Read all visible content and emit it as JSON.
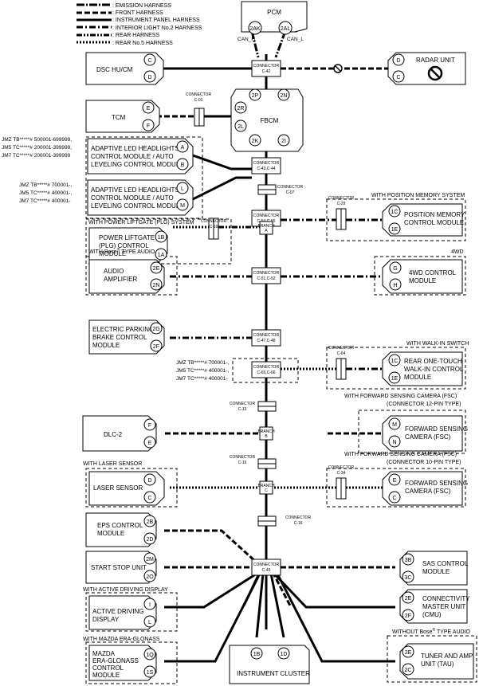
{
  "legend": [
    {
      "style": "solid-dash-thick",
      "label": ": EMISSION HARNESS"
    },
    {
      "style": "dash",
      "label": ": FRONT HARNESS"
    },
    {
      "style": "solid",
      "label": ": INSTRUMENT PANEL HARNESS"
    },
    {
      "style": "dash-dot",
      "label": ": INTERIOR LIGHT No.2 HARNESS"
    },
    {
      "style": "dash-dot-dot",
      "label": ": REAR HARNESS"
    },
    {
      "style": "dotted",
      "label": ": REAR No.5 HARNESS"
    }
  ],
  "modules": {
    "pcm": {
      "label": "PCM",
      "pins": [
        "2AK",
        "2AL"
      ],
      "can_h": "CAN_H",
      "can_l": "CAN_L"
    },
    "dsc": {
      "label": "DSC HU/CM",
      "pins": [
        "C",
        "D"
      ]
    },
    "radar": {
      "label": "RADAR UNIT",
      "pins": [
        "D",
        "C"
      ]
    },
    "tcm": {
      "label": "TCM",
      "pins": [
        "E",
        "F"
      ]
    },
    "fbcm": {
      "label": "FBCM",
      "pins": [
        "2P",
        "2N",
        "2R",
        "2L",
        "2K",
        "2I"
      ]
    },
    "led1": {
      "l1": "ADAPTIVE LED HEADLIGHTS",
      "l2": "CONTROL MODULE / AUTO",
      "l3": "LEVELING CONTROL MODULE",
      "pins": [
        "A",
        "B"
      ]
    },
    "led2": {
      "l1": "ADAPTIVE LED HEADLIGHTS",
      "l2": "CONTROL MODULE / AUTO",
      "l3": "LEVELING CONTROL MODULE",
      "pins": [
        "L",
        "M"
      ]
    },
    "posmem": {
      "l1": "POSITION MEMORY",
      "l2": "CONTROL MODULE",
      "pins": [
        "1C",
        "1E"
      ]
    },
    "plg": {
      "l1": "POWER LIFTGATE",
      "l2": "(PLG) CONTROL",
      "l3": "MODULE",
      "pins": [
        "1B",
        "1A"
      ]
    },
    "audio": {
      "l1": "AUDIO",
      "l2": "AMPLIFIER",
      "pins": [
        "2E",
        "2N"
      ]
    },
    "awd": {
      "l1": "4WD CONTROL",
      "l2": "MODULE",
      "pins": [
        "G",
        "H"
      ]
    },
    "epb": {
      "l1": "ELECTRIC PARKING",
      "l2": "BRAKE CONTROL",
      "l3": "MODULE",
      "pins": [
        "2G",
        "2F"
      ]
    },
    "walkin": {
      "l1": "REAR ONE-TOUCH",
      "l2": "WALK-IN CONTROL",
      "l3": "MODULE",
      "pins": [
        "1C",
        "1E"
      ]
    },
    "dlc": {
      "label": "DLC-2",
      "pins": [
        "F",
        "E"
      ]
    },
    "fsc12": {
      "l1": "FORWARD SENSING",
      "l2": "CAMERA (FSC)",
      "pins": [
        "M",
        "N"
      ]
    },
    "laser": {
      "label": "LASER SENSOR",
      "pins": [
        "D",
        "C"
      ]
    },
    "fsc10": {
      "l1": "FORWARD SENSING",
      "l2": "CAMERA (FSC)",
      "pins": [
        "E",
        "C"
      ]
    },
    "eps": {
      "l1": "EPS CONTROL",
      "l2": "MODULE",
      "pins": [
        "2B",
        "2D"
      ]
    },
    "start": {
      "label": "START STOP UNIT",
      "pins": [
        "2M",
        "2O"
      ]
    },
    "sas": {
      "l1": "SAS CONTROL",
      "l2": "MODULE",
      "pins": [
        "3B",
        "3C"
      ]
    },
    "add": {
      "l1": "ACTIVE DRIVING",
      "l2": "DISPLAY",
      "pins": [
        "I",
        "L"
      ]
    },
    "cmu": {
      "l1": "CONNECTIVITY",
      "l2": "MASTER UNIT",
      "l3": "(CMU)",
      "pins": [
        "2E",
        "2F"
      ]
    },
    "era": {
      "l1": "MAZDA",
      "l2": "ERA-GLONASS",
      "l3": "CONTROL",
      "l4": "MODULE",
      "pins": [
        "1Q",
        "1S"
      ]
    },
    "cluster": {
      "label": "INSTRUMENT CLUSTER",
      "pins": [
        "1B",
        "1D"
      ]
    },
    "tau": {
      "l1": "TUNER AND AMP",
      "l2": "UNIT (TAU)",
      "pins": [
        "2E",
        "2C"
      ]
    }
  },
  "connectors": {
    "c42": {
      "l1": "CONNECTOR",
      "l2": "C-42"
    },
    "c01": {
      "l1": "CONNECTOR",
      "l2": "C-01"
    },
    "c43": {
      "l1": "CONNECTOR",
      "l2": "C-43,C-44"
    },
    "c07": {
      "l1": "CONNECTOR",
      "l2": "C-07"
    },
    "c54": {
      "l1": "CONNECTOR",
      "l2": "C-54,C-55"
    },
    "c29": {
      "l1": "CONNECTOR",
      "l2": "C-29"
    },
    "c19": {
      "l1": "CONNECTOR",
      "l2": "C-19"
    },
    "branchA": {
      "l1": "BRANCH",
      "l2": "A"
    },
    "c51": {
      "l1": "CONNECTOR",
      "l2": "C-51,C-52"
    },
    "c47": {
      "l1": "CONNECTOR",
      "l2": "C-47,C-48"
    },
    "c64": {
      "l1": "CONNECTOR",
      "l2": "C-64"
    },
    "c65": {
      "l1": "CONNECTOR",
      "l2": "C-65,C-66"
    },
    "c13": {
      "l1": "CONNECTOR",
      "l2": "C-13"
    },
    "branchB": {
      "l1": "BRANCH",
      "l2": "B"
    },
    "c16a": {
      "l1": "CONNECTOR",
      "l2": "C-16"
    },
    "c34": {
      "l1": "CONNECTOR",
      "l2": "C-34"
    },
    "branchC": {
      "l1": "BRANCH",
      "l2": "C"
    },
    "c16b": {
      "l1": "CONNECTOR",
      "l2": "C-16"
    },
    "c45": {
      "l1": "CONNECTOR",
      "l2": "C-45"
    }
  },
  "notes": {
    "led1_1": "JMZ TB*****# 500001-699999,",
    "led1_2": "JM5 TC*****# 200001-399999,",
    "led1_3": "JM7 TC*****# 200001-399999",
    "led2_1": "JMZ TB*****# 700001-,",
    "led2_2": "JM5 TC*****# 400001-,",
    "led2_3": "JM7 TC*****# 400001-",
    "c65_1": "JMZ TB*****# 700001-,",
    "c65_2": "JM5 TC*****# 400001-,",
    "c65_3": "JM7 TC*****# 400001-"
  },
  "headers": {
    "posmem": "WITH POSITION MEMORY SYSTEM",
    "plg": "WITH POWER LIFTGATE (PLG) SYSTEM",
    "bose_pre": "WITH Bose",
    "bose_post": " TYPE AUDIO",
    "awd": "4WD",
    "walkin": "WITH WALK-IN SWITCH",
    "fsc12_1": "WITH FORWARD SENSING CAMERA (FSC)",
    "fsc12_2": "(CONNECTOR 12-PIN TYPE)",
    "fsc10_1": "WITH FORWARD SENSING CAMERA (FSC)",
    "fsc10_2": "(CONNECTOR 10-PIN TYPE)",
    "laser": "WITH LASER SENSOR",
    "add": "WITH ACTIVE DRIVING DISPLAY",
    "era": "WITH MAZDA ERA-GLONASS",
    "nobose_pre": "WITHOUT Bose",
    "nobose_post": " TYPE AUDIO",
    "reg": "®"
  },
  "icons": {
    "radar_symbol": "prohibition-icon",
    "harness_mark": "harness-mark-icon"
  }
}
